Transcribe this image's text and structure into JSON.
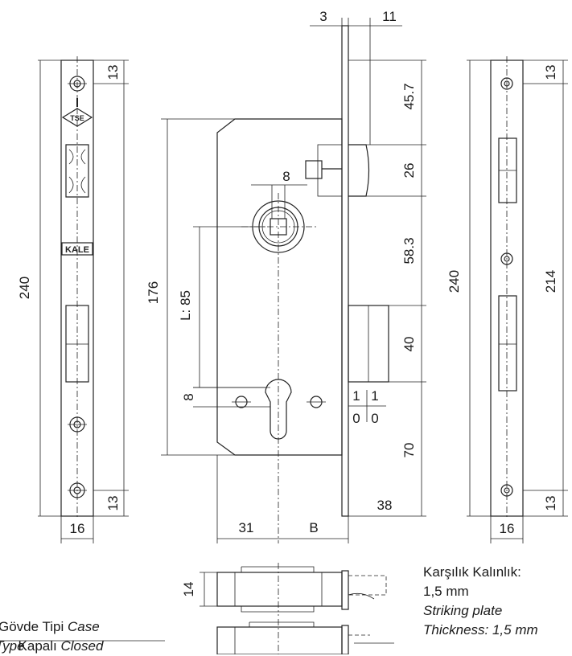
{
  "dimensions": {
    "top_3": "3",
    "top_11": "11",
    "left_240": "240",
    "left_13_top": "13",
    "left_13_bottom": "13",
    "left_16": "16",
    "body_176": "176",
    "follower_8": "8",
    "L85": "L: 85",
    "cyl_8": "8",
    "d_45_7": "45.7",
    "d_26": "26",
    "d_58_3": "58.3",
    "d_40": "40",
    "d_70": "70",
    "d_38": "38",
    "d_1a": "1",
    "d_1b": "1",
    "d_0a": "0",
    "d_0b": "0",
    "b_31": "31",
    "b_B": "B",
    "side_14": "14",
    "right_240": "240",
    "right_214": "214",
    "right_13_top": "13",
    "right_13_bottom": "13",
    "right_16": "16"
  },
  "logos": {
    "tse": "TSE",
    "kale": "KALE"
  },
  "striking_plate": {
    "line1": "Karşılık Kalınlık:",
    "line2": "1,5 mm",
    "line3": "Striking plate",
    "line4": "Thickness: 1,5 mm"
  },
  "case_type": {
    "tr_label": "Gövde Tipi ",
    "en_label": "Case",
    "type_word": "Type",
    "value_tr": "Kapalı ",
    "value_en": "Closed"
  }
}
